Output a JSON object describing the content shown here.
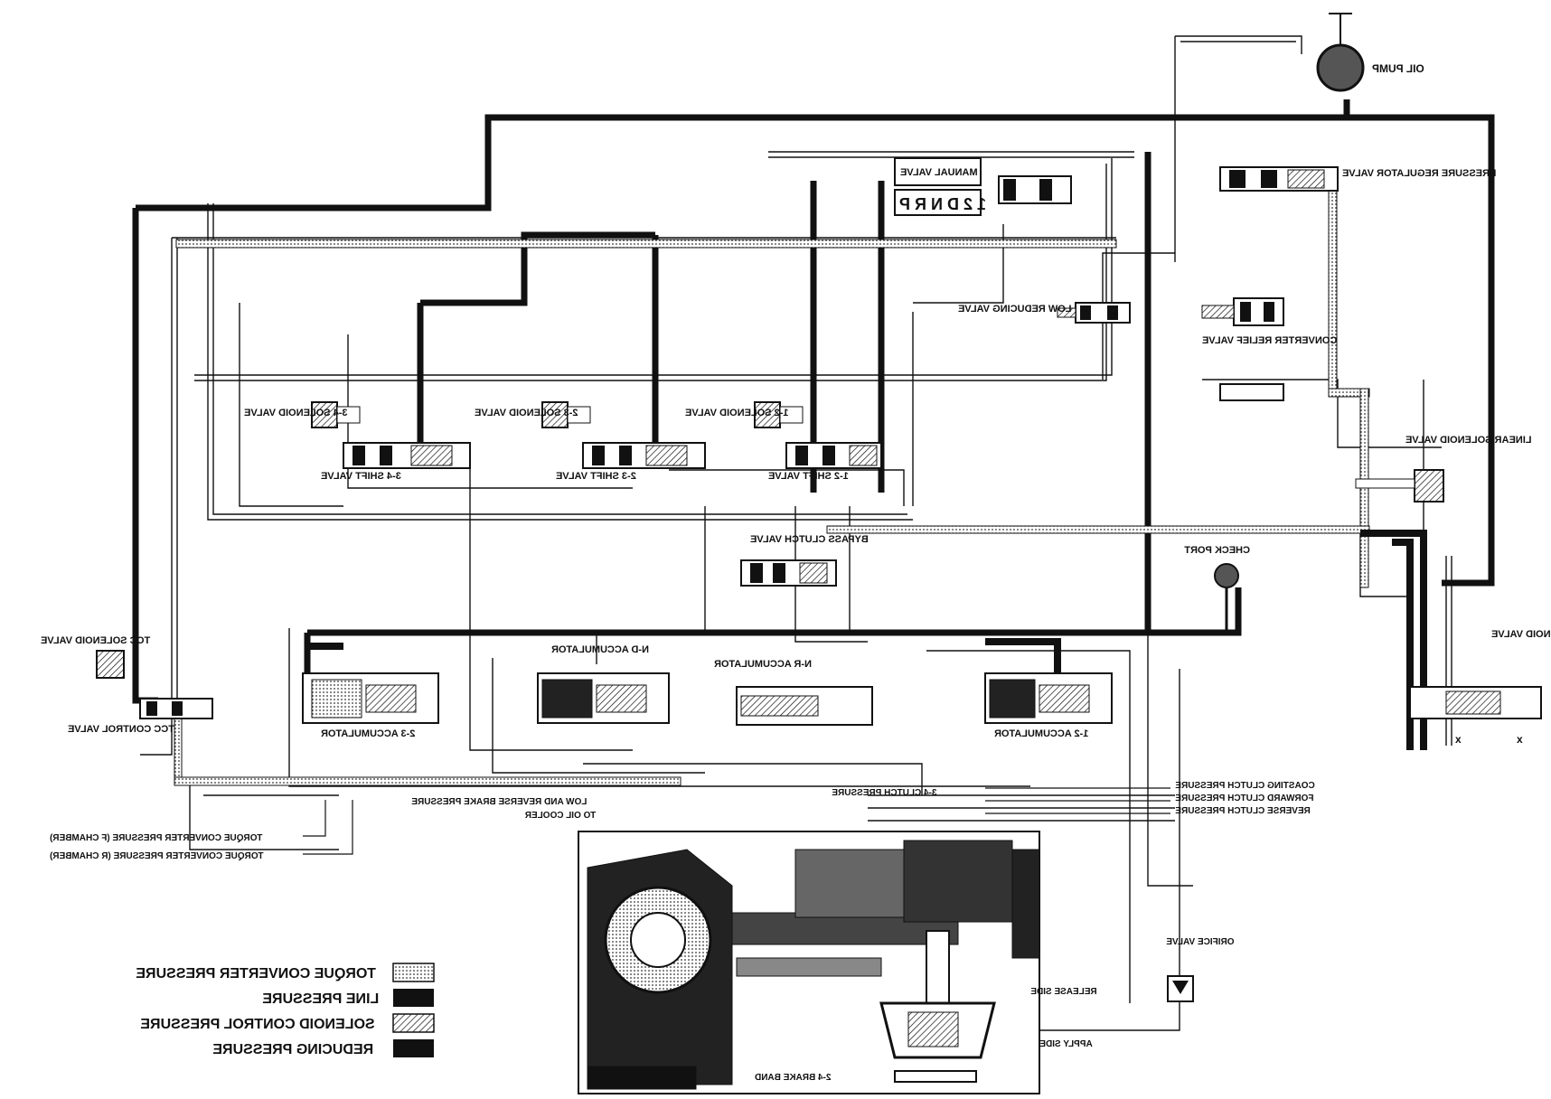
{
  "labels": {
    "oil_pump": "OIL PUMP",
    "pressure_regulator_valve": "PRESSURE REGULATOR VALVE",
    "manual_valve": "MANUAL VALVE",
    "manual_positions": "1 2 D N R P",
    "low_reducing_valve": "LOW REDUCING VALVE",
    "converter_relief_valve": "CONVERTER RELIEF VALVE",
    "linear_solenoid_valve": "LINEAR SOLENOID VALVE",
    "sol_34": "3-4 SOLENOID VALVE",
    "sol_23": "2-3 SOLENOID VALVE",
    "sol_12": "1-2 SOLENOID VALVE",
    "shift_34": "3-4 SHIFT VALVE",
    "shift_23": "2-3 SHIFT VALVE",
    "shift_12": "1-2 SHIFT VALVE",
    "bypass_clutch_valve": "BYPASS CLUTCH VALVE",
    "check_port": "CHECK PORT",
    "tcc_solenoid_valve": "TCC SOLENOID VALVE",
    "tcc_control_valve": "TCC CONTROL VALVE",
    "reducing_solenoid_valve": "REDUCING SOLENOID VALVE",
    "nd_accumulator": "N-D ACCUMULATOR",
    "nr_accumulator": "N-R ACCUMULATOR",
    "acc_23": "2-3 ACCUMULATOR",
    "acc_12": "1-2 ACCUMULATOR",
    "coasting_clutch_pressure": "COASTING CLUTCH PRESSURE",
    "forward_clutch_pressure": "FORWARD CLUTCH PRESSURE",
    "reverse_clutch_pressure": "REVERSE CLUTCH PRESSURE",
    "clutch_34_pressure": "3-4 CLUTCH PRESSURE",
    "to_oil_cooler": "TO OIL COOLER",
    "low_reverse_brake_pressure": "LOW AND REVERSE BRAKE PRESSURE",
    "tc_pressure_f": "TORQUE CONVERTER PRESSURE (F CHAMBER)",
    "tc_pressure_r": "TORQUE CONVERTER PRESSURE (R CHAMBER)",
    "orifice_valve": "ORIFICE VALVE",
    "release_side": "RELEASE SIDE",
    "apply_side": "APPLY SIDE",
    "brake_band_24": "2-4 BRAKE BAND",
    "mark_x": "x"
  },
  "legend": [
    {
      "label": "TORQUE CONVERTER PRESSURE",
      "pattern": "dotted"
    },
    {
      "label": "LINE PRESSURE",
      "pattern": "solid-black"
    },
    {
      "label": "SOLENOID CONTROL PRESSURE",
      "pattern": "hatched"
    },
    {
      "label": "REDUCING PRESSURE",
      "pattern": "solid-black-wide"
    }
  ],
  "colors": {
    "ink": "#111111",
    "paper": "#ffffff",
    "dot_fill": "#bdbdbd"
  }
}
